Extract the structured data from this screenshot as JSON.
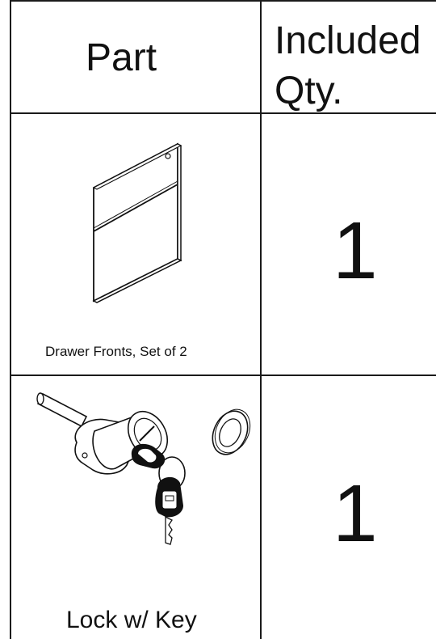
{
  "table": {
    "headers": {
      "part": "Part",
      "qty_line1": "Included",
      "qty_line2": "Qty."
    },
    "rows": [
      {
        "part_name": "Drawer Fronts, Set of 2",
        "qty": "1",
        "icon": "drawer-fronts-icon"
      },
      {
        "part_name": "Lock w/ Key",
        "qty": "1",
        "icon": "lock-with-key-icon"
      }
    ]
  },
  "colors": {
    "line": "#1a1a1a",
    "background": "#ffffff"
  }
}
